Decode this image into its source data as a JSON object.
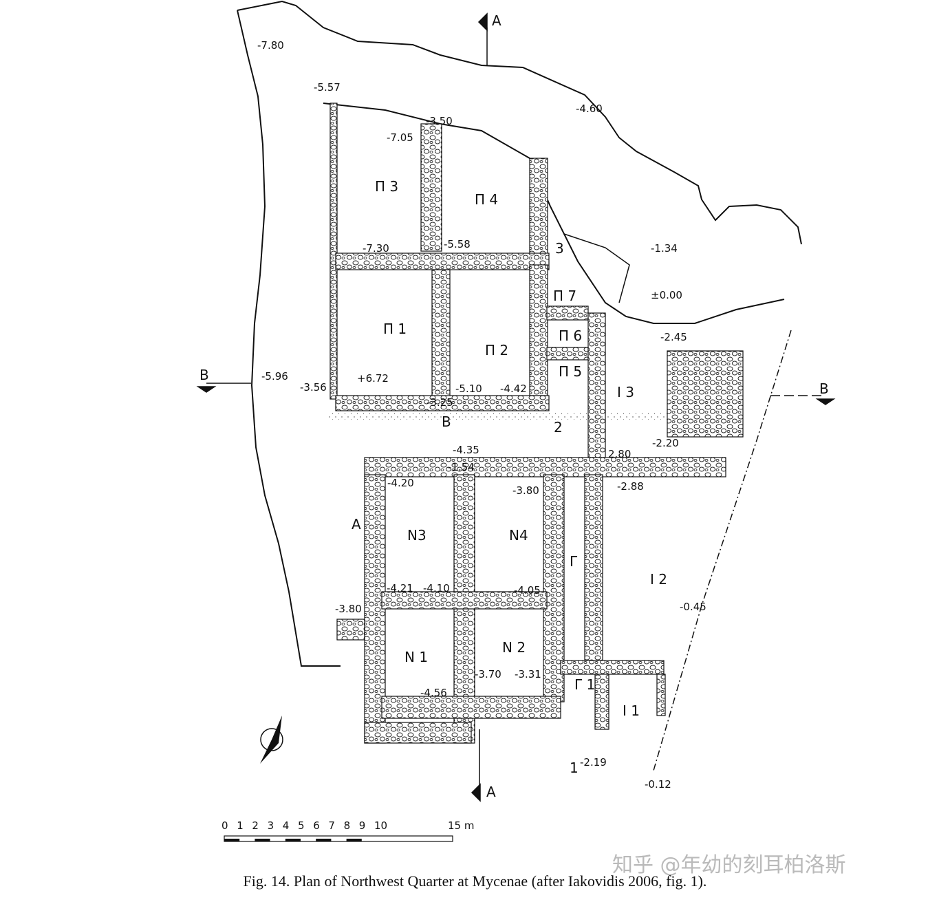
{
  "caption": "Fig. 14. Plan of Northwest Quarter at Mycenae (after Iakovidis 2006, fig. 1).",
  "watermark": "知乎 @年幼的刻耳柏洛斯",
  "rooms": {
    "pi3": "Π 3",
    "pi4": "Π 4",
    "pi1": "Π 1",
    "pi2": "Π 2",
    "pi7": "Π 7",
    "pi6": "Π 6",
    "pi5": "Π 5",
    "i3": "Ι 3",
    "i2": "Ι 2",
    "i1": "Ι 1",
    "n3": "N3",
    "n4": "N4",
    "n1": "N 1",
    "n2": "N 2",
    "gamma": "Γ",
    "gamma1": "Γ 1",
    "b": "B",
    "a": "A",
    "r3": "3",
    "r2": "2",
    "r1": "1"
  },
  "elevations": [
    "-7.80",
    "-5.57",
    "-3.50",
    "-4.60",
    "-7.05",
    "-7.30",
    "-5.58",
    "-1.34",
    "±0.00",
    "-2.45",
    "-5.96",
    "-3.56",
    "+6.72",
    "-5.10",
    "-4.42",
    "-3.25",
    "-4.35",
    "2.80",
    "-2.20",
    "-1.54",
    "-4.20",
    "-3.80",
    "-2.88",
    "-4.21",
    "-4.10",
    "-4.05",
    "-0.45",
    "-3.80",
    "-3.70",
    "-3.31",
    "-4.56",
    "-2.19",
    "-0.12"
  ],
  "sections": {
    "a_top": "A",
    "a_bottom": "A",
    "b_left": "B",
    "b_right": "B"
  },
  "scale": {
    "ticks": [
      "0",
      "1",
      "2",
      "3",
      "4",
      "5",
      "6",
      "7",
      "8",
      "9",
      "10"
    ],
    "end": "15 m"
  }
}
